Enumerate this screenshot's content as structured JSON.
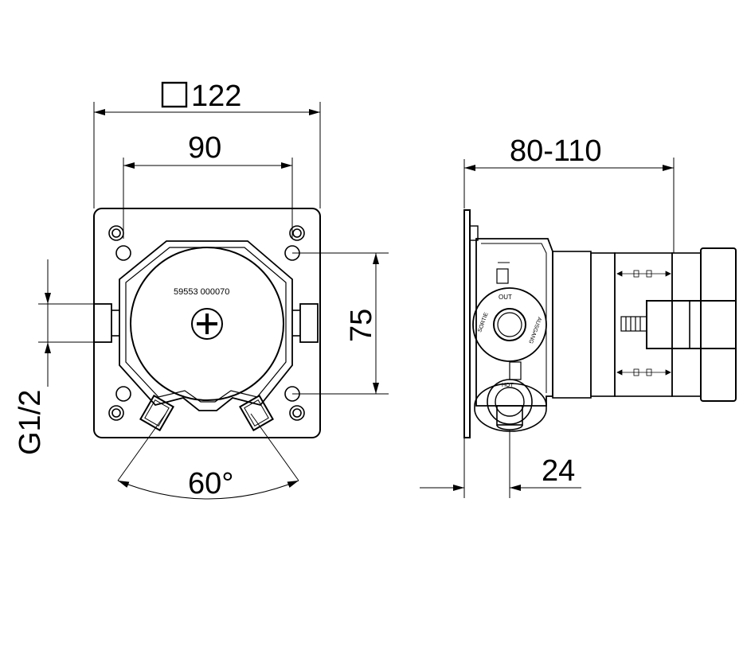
{
  "front_view": {
    "plate_size_label": "122",
    "hole_spacing_label": "90",
    "vertical_spacing_label": "75",
    "thread_label": "G1/2",
    "angle_label": "60°",
    "part_number": "59553 000070"
  },
  "side_view": {
    "depth_range_label": "80-110",
    "offset_label": "24",
    "outlet_label": "OUT",
    "sortie_label": "SORTIE",
    "ausgang_label": "AUSGANG",
    "hot_label": "HOT"
  }
}
